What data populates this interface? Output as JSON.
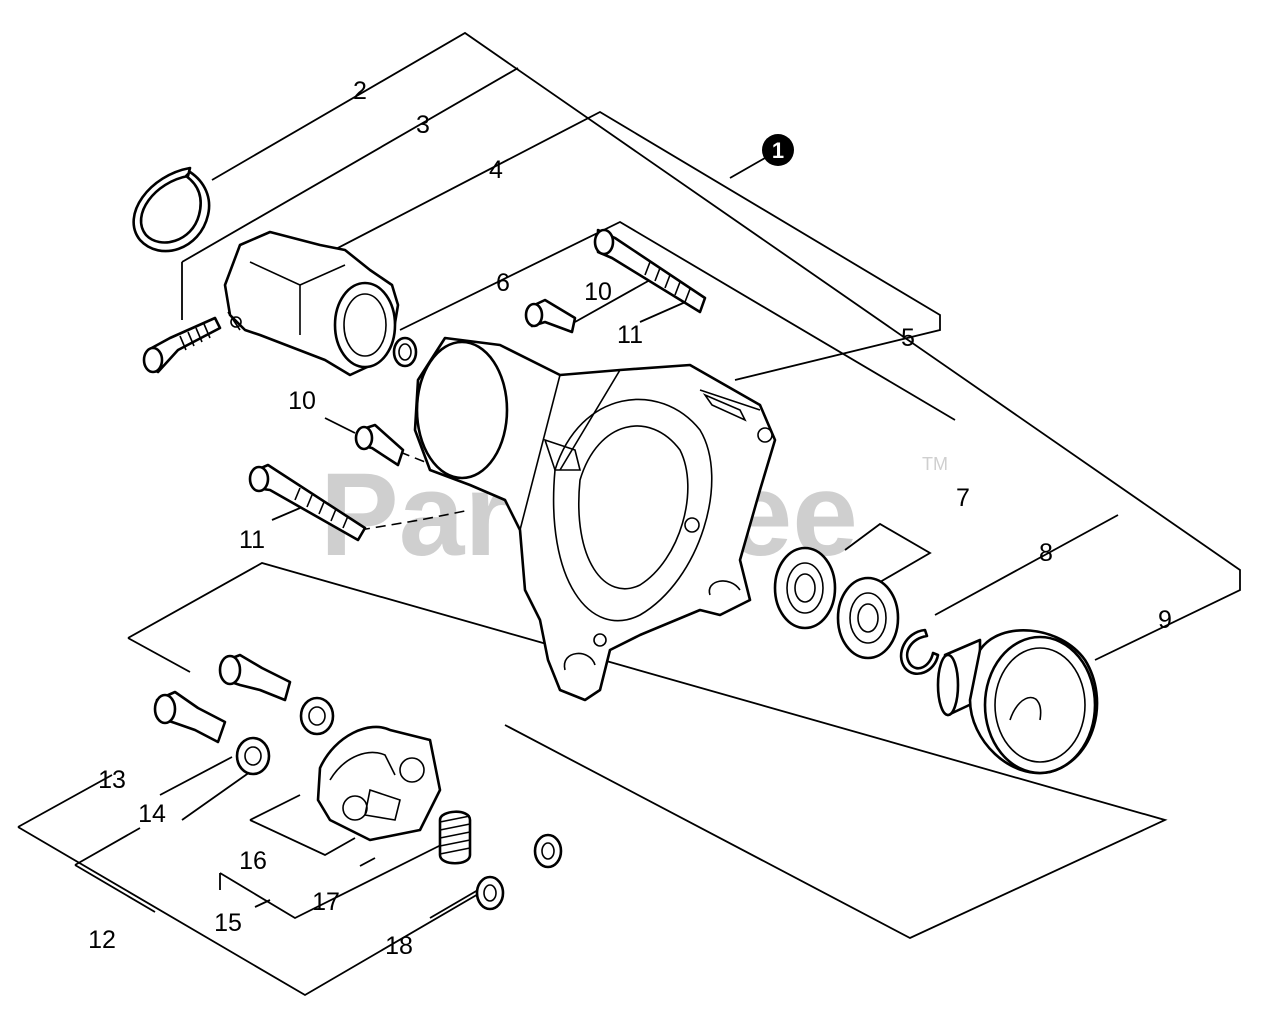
{
  "watermark": {
    "text": "PartsTree",
    "trademark": "TM"
  },
  "assembly_marker": "1",
  "callouts": {
    "c2": "2",
    "c3": "3",
    "c4": "4",
    "c5": "5",
    "c6": "6",
    "c7": "7",
    "c8": "8",
    "c9": "9",
    "c10a": "10",
    "c10b": "10",
    "c11a": "11",
    "c11b": "11",
    "c12": "12",
    "c13": "13",
    "c14": "14",
    "c15": "15",
    "c16": "16",
    "c17": "17",
    "c18": "18"
  }
}
